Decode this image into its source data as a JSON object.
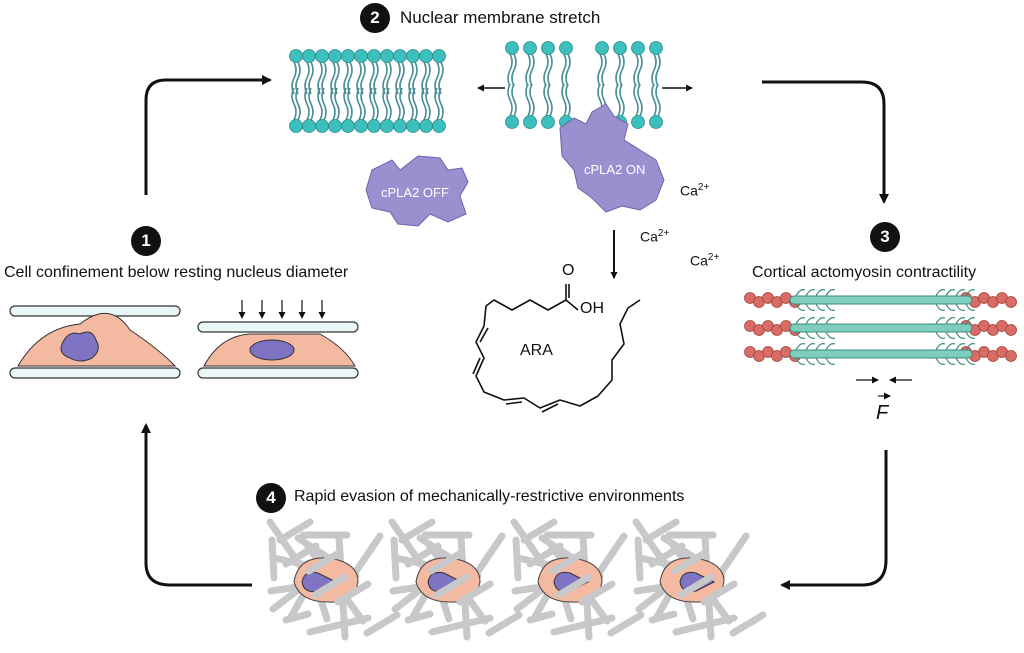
{
  "steps": [
    {
      "number": "1",
      "title": "Cell confinement below resting nucleus diameter"
    },
    {
      "number": "2",
      "title": "Nuclear membrane stretch"
    },
    {
      "number": "3",
      "title": "Cortical actomyosin contractility"
    },
    {
      "number": "4",
      "title": "Rapid evasion of mechanically-restrictive environments"
    }
  ],
  "enzyme": {
    "off_label": "cPLA2 OFF",
    "on_label": "cPLA2 ON"
  },
  "ions": {
    "symbol": "Ca",
    "charge": "2+"
  },
  "molecule": {
    "name": "ARA",
    "carbonyl": "O",
    "hydroxyl": "OH"
  },
  "force_label": "F",
  "colors": {
    "lipid_head": "#3dbfbd",
    "lipid_tail": "#4a8f95",
    "enzyme": "#9a8fcf",
    "cell": "#f4b9a1",
    "nucleus": "#7f74c4",
    "actin": "#d96c64",
    "myosin": "#7fcdbd",
    "matrix": "#c8c8ca"
  }
}
